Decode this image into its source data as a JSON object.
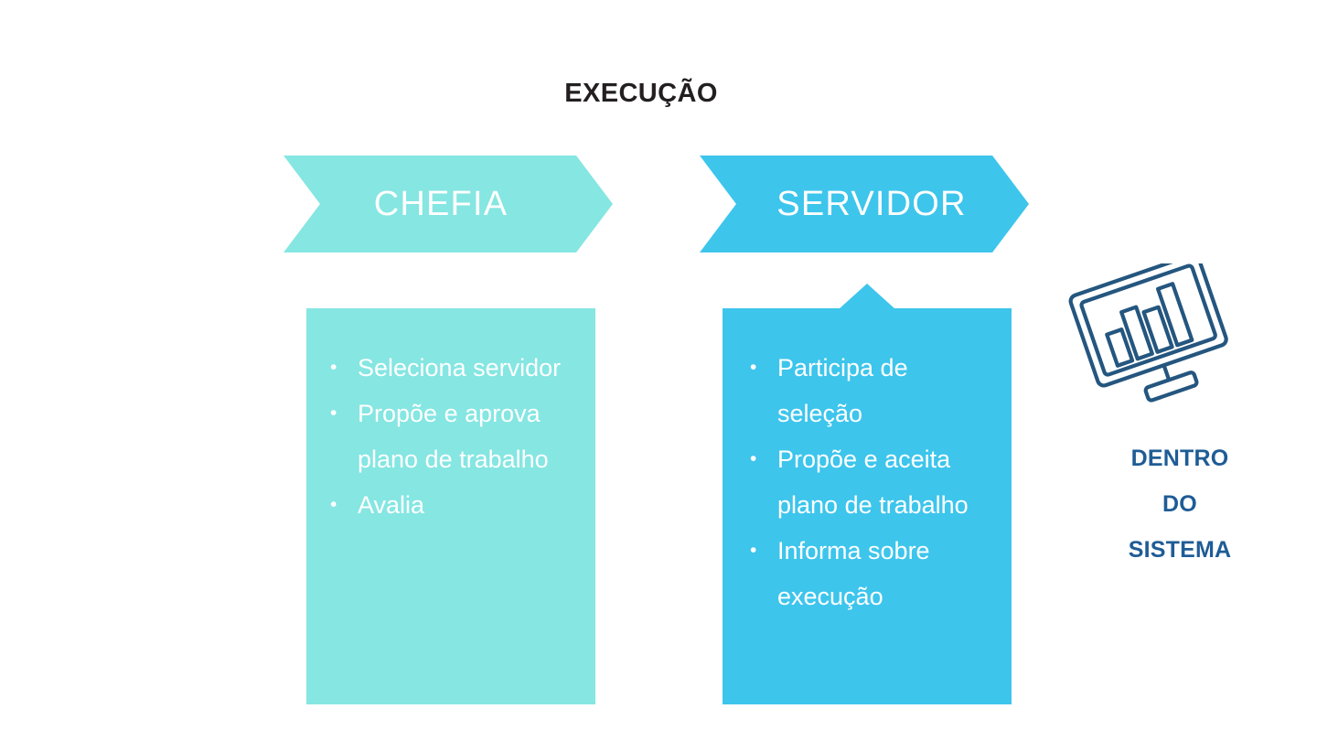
{
  "slide": {
    "title": "EXECUÇÃO",
    "background_color": "#ffffff"
  },
  "columns": [
    {
      "id": "chefia",
      "header_label": "CHEFIA",
      "header_color": "#85e6e2",
      "panel_color": "#85e6e2",
      "text_color": "#ffffff",
      "bullets": [
        "Seleciona servidor",
        "Propõe e aprova plano de trabalho",
        "Avalia"
      ]
    },
    {
      "id": "servidor",
      "header_label": "SERVIDOR",
      "header_color": "#3dc5ec",
      "panel_color": "#3dc5ec",
      "text_color": "#ffffff",
      "bullets": [
        "Participa de seleção",
        "Propõe e aceita plano de trabalho",
        "Informa sobre execução"
      ]
    }
  ],
  "annotation": {
    "icon_name": "monitor-bar-chart-icon",
    "icon_color": "#1f5c96",
    "caption_lines": [
      "DENTRO",
      "DO",
      "SISTEMA"
    ],
    "caption_color": "#1f5c96"
  }
}
